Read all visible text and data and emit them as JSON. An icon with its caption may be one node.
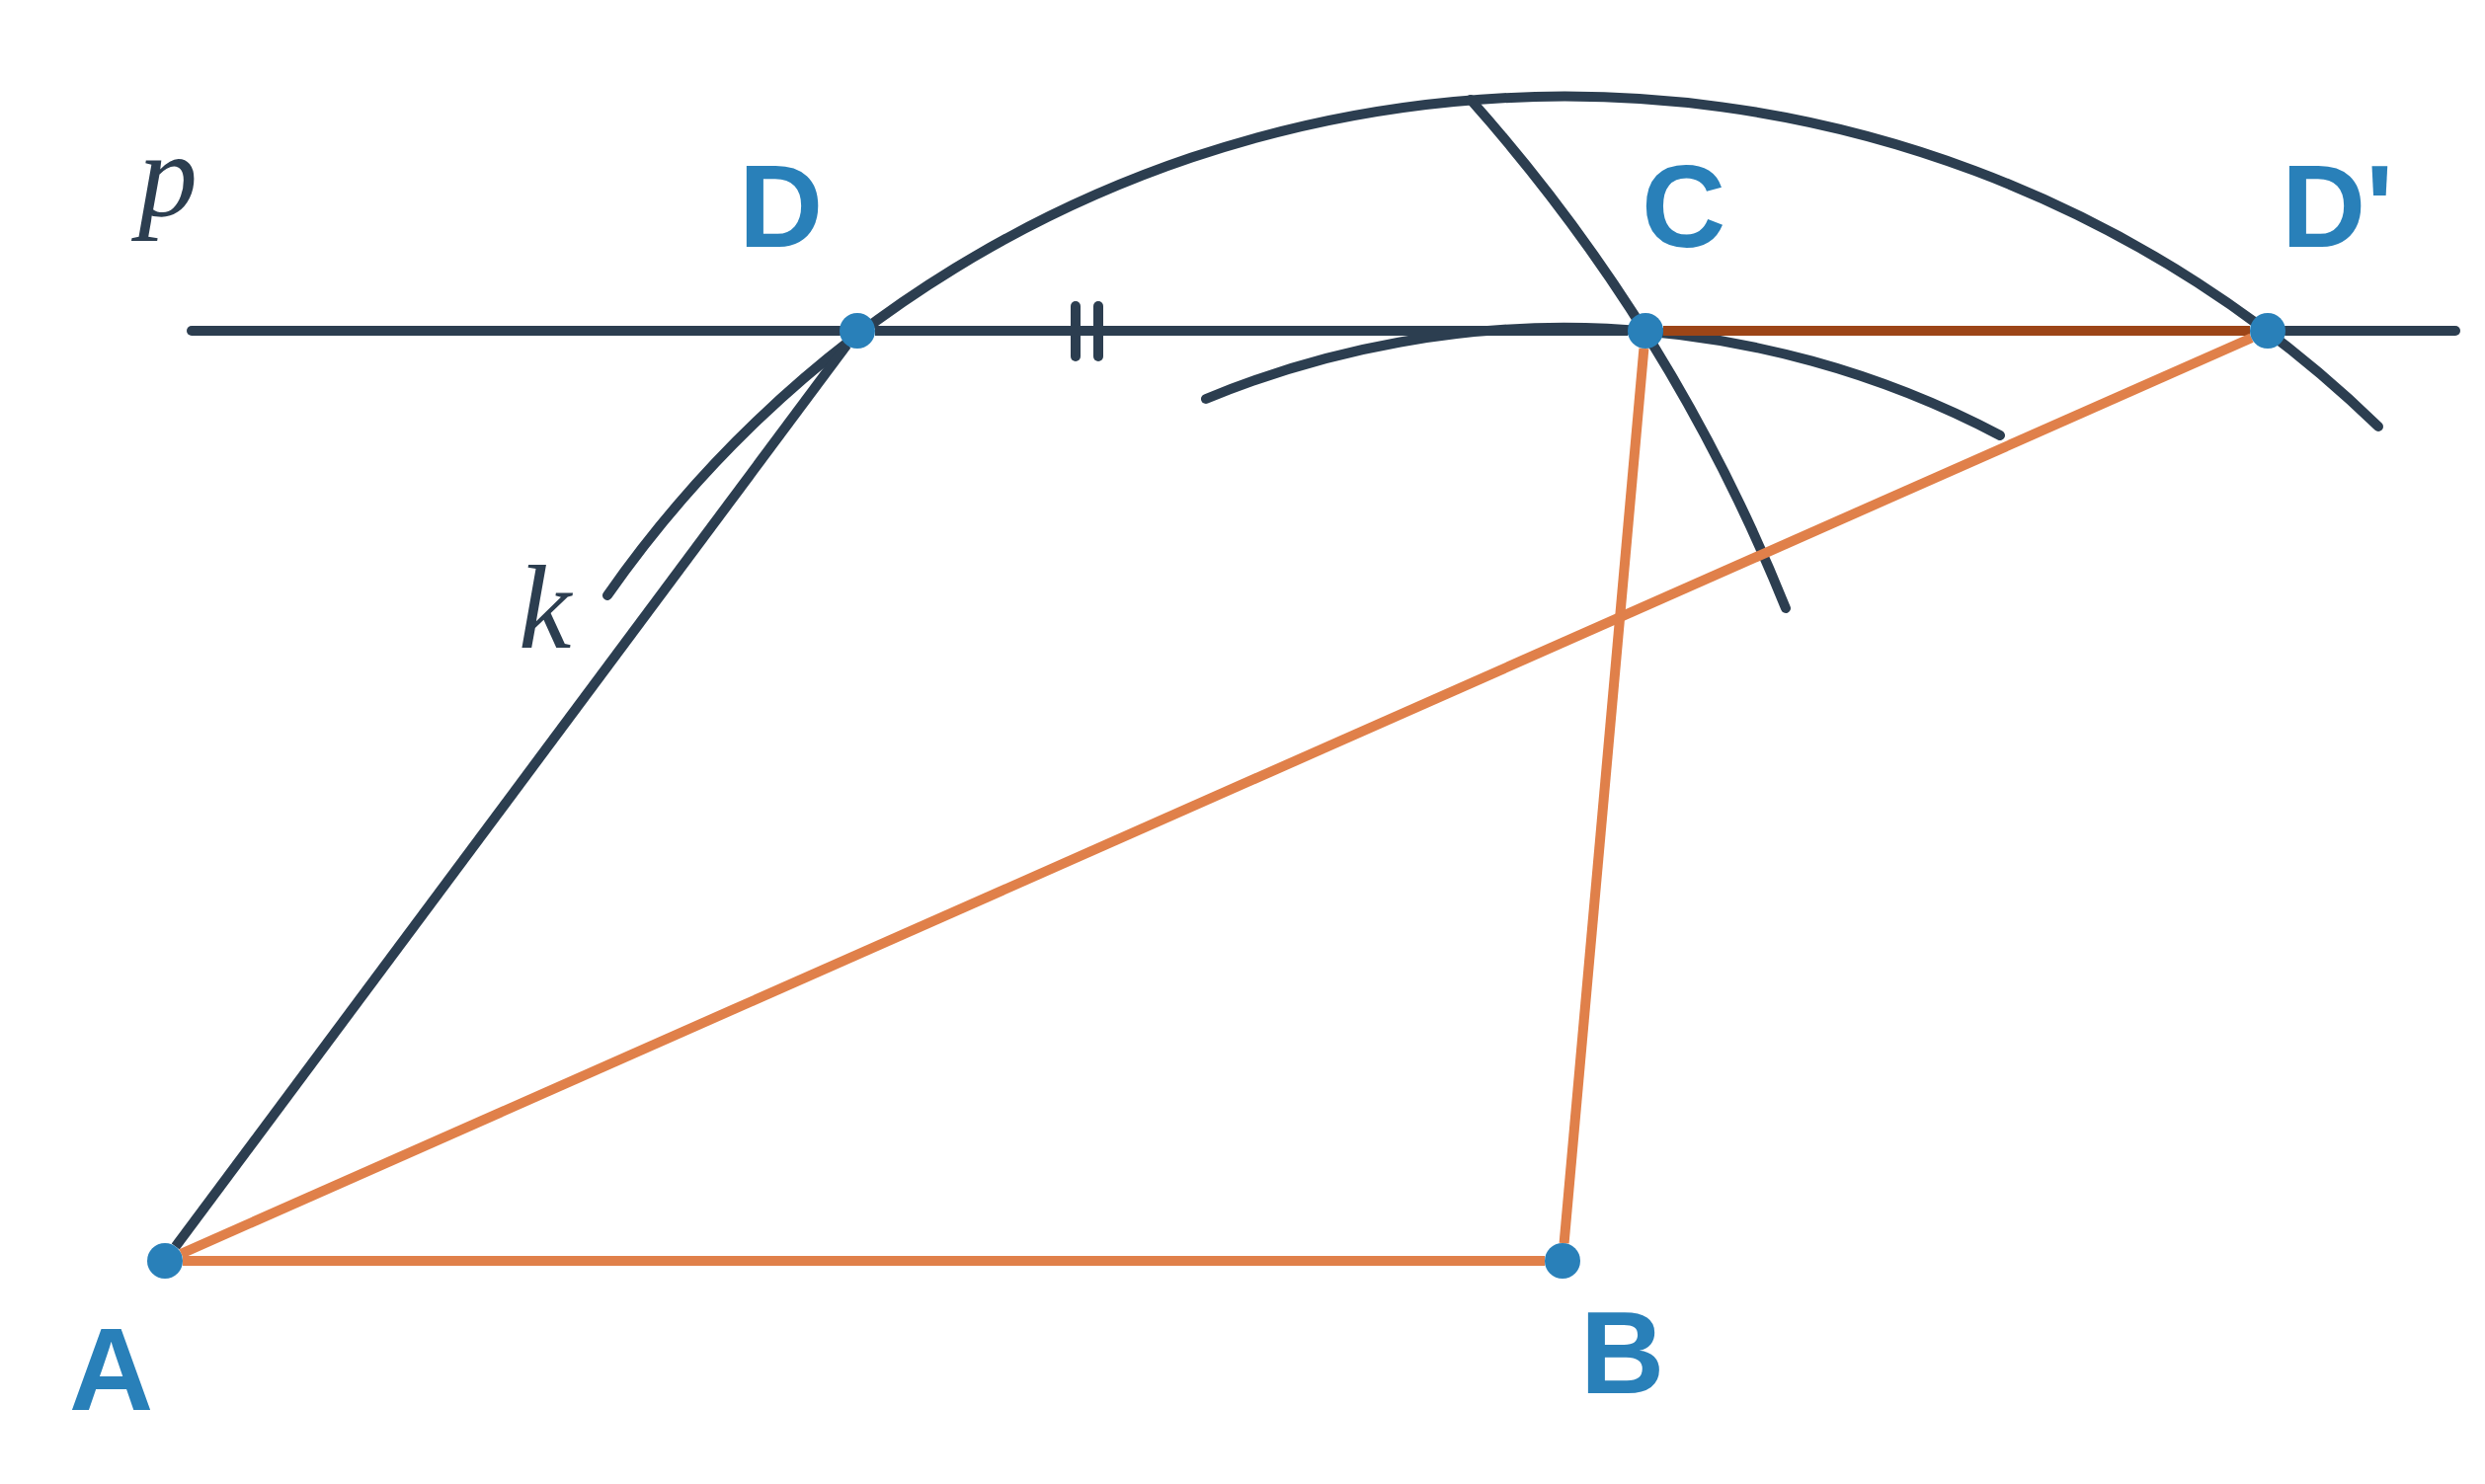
{
  "diagram": {
    "nodes": [
      {
        "text": [],
        "shape": "circle",
        "beside": [
          "D"
        ]
      },
      {
        "text": [],
        "shape": "circle",
        "beside": [
          "C"
        ]
      },
      {
        "text": [],
        "shape": "circle",
        "beside": [
          "D'"
        ]
      },
      {
        "text": [],
        "shape": "circle",
        "beside": [
          "A"
        ]
      },
      {
        "text": [],
        "shape": "circle",
        "beside": [
          "B"
        ]
      }
    ],
    "edges": [
      {
        "from": 3,
        "to": 0,
        "arrow": "none",
        "color": "#2c3e50"
      },
      {
        "from": 0,
        "to": 1,
        "arrow": "none",
        "color": "#2c3e50"
      },
      {
        "from": 1,
        "to": 2,
        "arrow": "none",
        "color": "#9c4517"
      },
      {
        "from": 3,
        "to": 2,
        "arrow": "none"
      },
      {
        "from": 3,
        "to": 4,
        "arrow": "none"
      },
      {
        "from": 4,
        "to": 1,
        "arrow": "none"
      }
    ],
    "labels": [
      "p",
      "k"
    ]
  }
}
